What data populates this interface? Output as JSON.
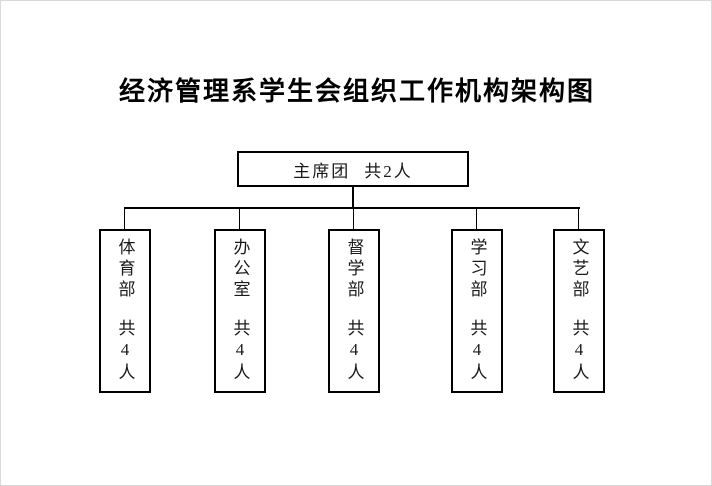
{
  "title": "经济管理系学生会组织工作机构架构图",
  "org_chart": {
    "root": {
      "name": "主席团",
      "headcount": "共2人"
    },
    "departments": [
      {
        "name": "体育部",
        "headcount": "共4人"
      },
      {
        "name": "办公室",
        "headcount": "共4人"
      },
      {
        "name": "督学部",
        "headcount": "共4人"
      },
      {
        "name": "学习部",
        "headcount": "共4人"
      },
      {
        "name": "文艺部",
        "headcount": "共4人"
      }
    ]
  },
  "colors": {
    "line": "#000000",
    "background": "#ffffff"
  }
}
